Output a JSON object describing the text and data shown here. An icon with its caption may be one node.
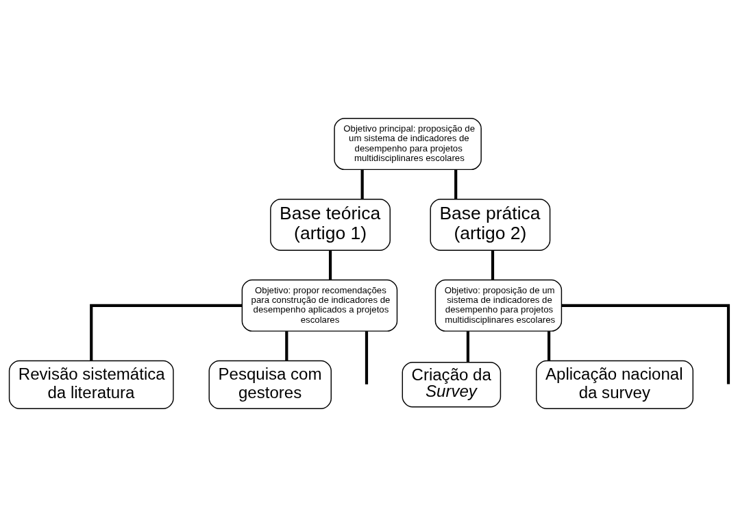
{
  "diagram": {
    "nodes": [
      {
        "text": [
          "Objetivo principal: proposição de um sistema de indicadores de desempenho para projetos multidisciplinares escolares"
        ]
      },
      {
        "text": [
          "Base teórica (artigo 1)"
        ]
      },
      {
        "text": [
          "Base prática (artigo 2)"
        ]
      },
      {
        "text": [
          "Objetivo: propor recomendações para construção de indicadores de desempenho aplicados a projetos escolares"
        ]
      },
      {
        "text": [
          "Objetivo: proposição de um sistema de indicadores de desempenho para projetos multidisciplinares escolares"
        ]
      },
      {
        "text": [
          "Revisão sistemática da literatura"
        ]
      },
      {
        "text": [
          "Pesquisa com gestores"
        ]
      },
      {
        "text": [
          "Criação da *Survey*"
        ]
      },
      {
        "text": [
          "Aplicação nacional da survey"
        ]
      }
    ],
    "edges": [
      {
        "from": 0,
        "to": 1,
        "arrow": "none"
      },
      {
        "from": 0,
        "to": 2,
        "arrow": "none"
      },
      {
        "from": 1,
        "to": 3,
        "arrow": "none"
      },
      {
        "from": 2,
        "to": 4,
        "arrow": "none"
      },
      {
        "from": 3,
        "to": 5,
        "arrow": "none"
      },
      {
        "from": 3,
        "to": 6,
        "arrow": "none"
      },
      {
        "from": 3,
        "to": null,
        "arrow": "none"
      },
      {
        "from": 4,
        "to": 7,
        "arrow": "none"
      },
      {
        "from": 4,
        "to": 8,
        "arrow": "none"
      },
      {
        "from": 4,
        "to": null,
        "arrow": "none"
      }
    ]
  }
}
